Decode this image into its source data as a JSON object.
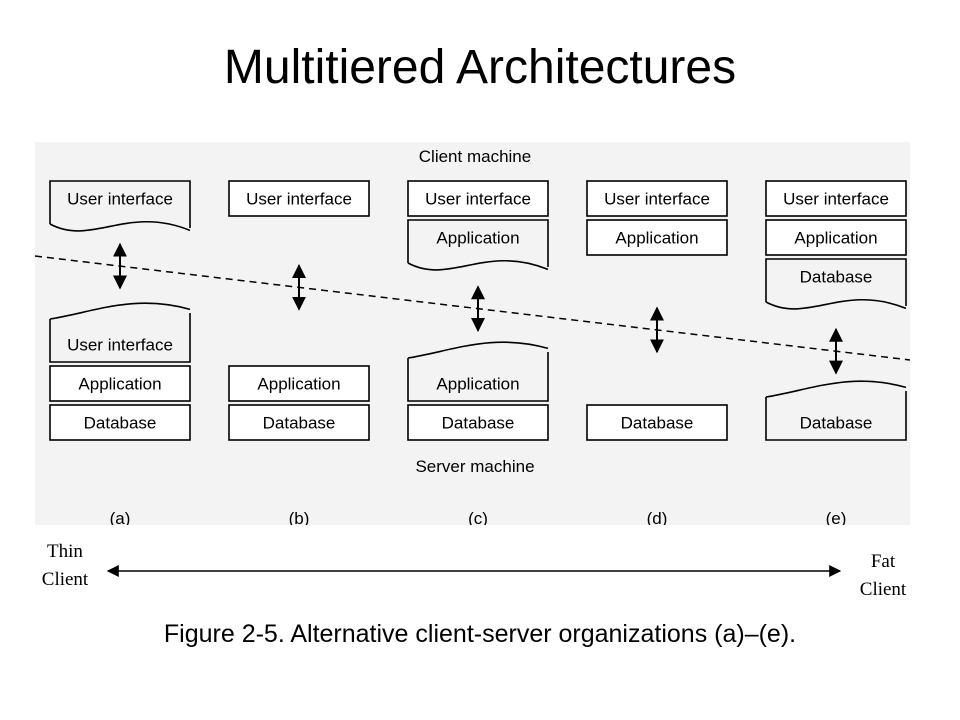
{
  "title": "Multitiered Architectures",
  "caption": "Figure 2-5. Alternative client-server organizations (a)–(e).",
  "diagram": {
    "client_label": "Client machine",
    "server_label": "Server machine",
    "panel_color": "#f3f3f3",
    "columns": [
      {
        "id": "a",
        "label": "(a)",
        "client": [
          {
            "text": "User interface",
            "wavy": true
          }
        ],
        "server": [
          {
            "text": "User interface",
            "wavy": true
          },
          {
            "text": "Application"
          },
          {
            "text": "Database"
          }
        ]
      },
      {
        "id": "b",
        "label": "(b)",
        "client": [
          {
            "text": "User interface"
          }
        ],
        "server": [
          {
            "text": "Application"
          },
          {
            "text": "Database"
          }
        ]
      },
      {
        "id": "c",
        "label": "(c)",
        "client": [
          {
            "text": "User interface"
          },
          {
            "text": "Application",
            "wavy": true
          }
        ],
        "server": [
          {
            "text": "Application",
            "wavy": true
          },
          {
            "text": "Database"
          }
        ]
      },
      {
        "id": "d",
        "label": "(d)",
        "client": [
          {
            "text": "User interface"
          },
          {
            "text": "Application"
          }
        ],
        "server": [
          {
            "text": "Database"
          }
        ]
      },
      {
        "id": "e",
        "label": "(e)",
        "client": [
          {
            "text": "User interface"
          },
          {
            "text": "Application"
          },
          {
            "text": "Database",
            "wavy": true
          }
        ],
        "server": [
          {
            "text": "Database",
            "wavy": true
          }
        ]
      }
    ]
  },
  "spectrum": {
    "left_lines": [
      "Thin",
      "Client"
    ],
    "right_lines": [
      "Fat",
      "Client"
    ]
  }
}
